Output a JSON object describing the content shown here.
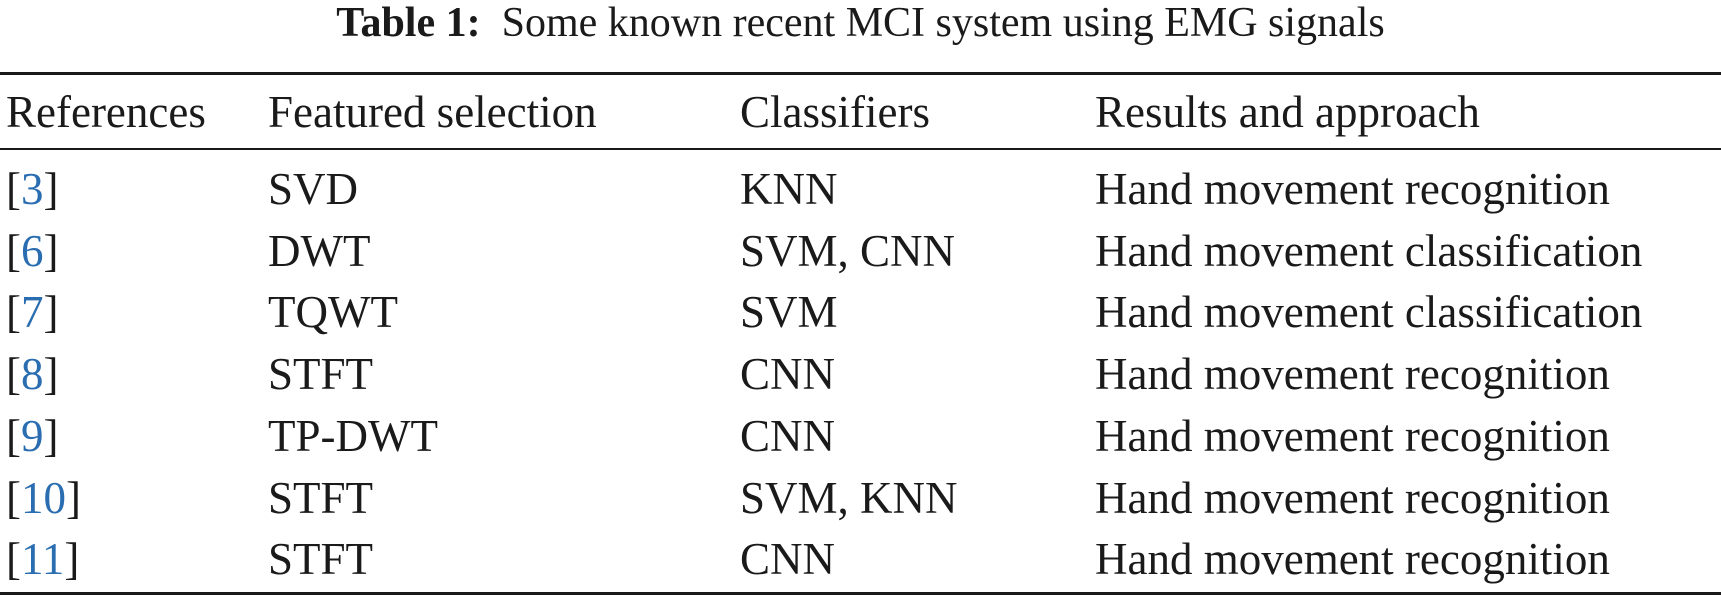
{
  "caption": {
    "label": "Table 1:",
    "text": "Some known recent MCI system using EMG signals"
  },
  "table": {
    "headers": [
      "References",
      "Featured selection",
      "Classifiers",
      "Results and approach"
    ],
    "rows": [
      {
        "ref": "3",
        "feature": "SVD",
        "classifier": "KNN",
        "result": "Hand movement recognition"
      },
      {
        "ref": "6",
        "feature": "DWT",
        "classifier": "SVM, CNN",
        "result": "Hand movement classification"
      },
      {
        "ref": "7",
        "feature": "TQWT",
        "classifier": "SVM",
        "result": "Hand movement classification"
      },
      {
        "ref": "8",
        "feature": "STFT",
        "classifier": "CNN",
        "result": "Hand movement recognition"
      },
      {
        "ref": "9",
        "feature": "TP-DWT",
        "classifier": "CNN",
        "result": "Hand movement recognition"
      },
      {
        "ref": "10",
        "feature": "STFT",
        "classifier": "SVM, KNN",
        "result": "Hand movement recognition"
      },
      {
        "ref": "11",
        "feature": "STFT",
        "classifier": "CNN",
        "result": "Hand movement recognition"
      }
    ]
  },
  "colors": {
    "text": "#1a1a1a",
    "link": "#2a6db0"
  }
}
